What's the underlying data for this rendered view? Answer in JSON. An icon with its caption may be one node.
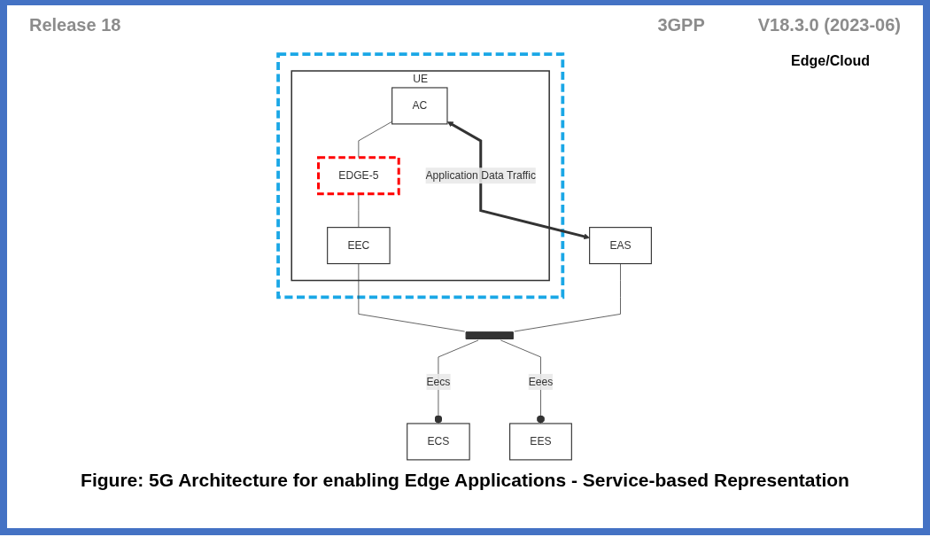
{
  "diagram": {
    "caption": "Figure: 5G Architecture for enabling Edge Applications - Service-based Representation",
    "nodes": [
      {
        "text": [],
        "shape": "box"
      },
      {
        "text": [
          "UE"
        ],
        "in": 0
      },
      {
        "text": [
          "AC"
        ],
        "in": 1
      },
      {
        "text": [
          "EDGE-5"
        ],
        "in": 1
      },
      {
        "text": [
          "EEC"
        ],
        "in": 1
      },
      {
        "text": [
          "EAS"
        ]
      },
      {
        "text": [],
        "shape": "bar"
      },
      {
        "text": [
          "ECS"
        ]
      },
      {
        "text": [
          "EES"
        ]
      }
    ],
    "edges": [
      {
        "from": 2,
        "to": 5,
        "arrow": "both",
        "label": "Application Data Traffic",
        "style": "thick"
      },
      {
        "from": 2,
        "to": 3,
        "arrow": "none"
      },
      {
        "from": 3,
        "to": 4,
        "arrow": "none"
      },
      {
        "from": 4,
        "to": 6,
        "arrow": "none"
      },
      {
        "from": 5,
        "to": 6,
        "arrow": "none"
      },
      {
        "from": 6,
        "to": 7,
        "arrow": "other",
        "label": "Eecs"
      },
      {
        "from": 6,
        "to": 8,
        "arrow": "other",
        "label": "Eees"
      }
    ],
    "labels": [
      "Release 18",
      "3GPP",
      "V18.3.0 (2023-06)",
      "Edge/Cloud"
    ]
  }
}
